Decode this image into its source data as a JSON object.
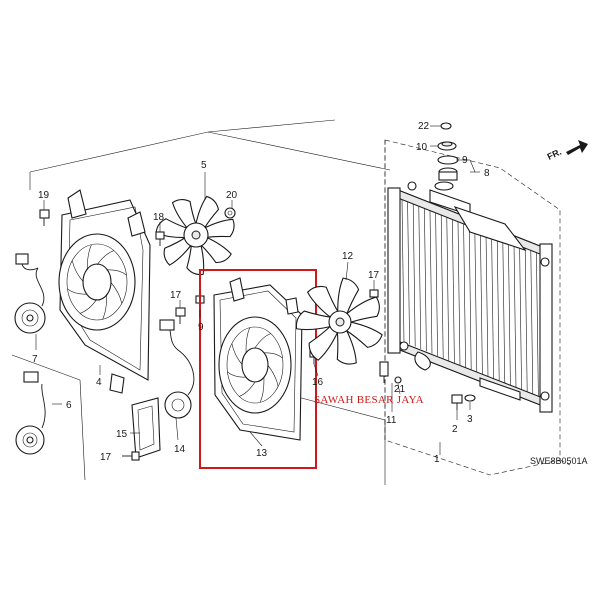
{
  "diagram": {
    "callouts": {
      "c1": "1",
      "c2": "2",
      "c3": "3",
      "c4": "4",
      "c5": "5",
      "c6": "6",
      "c7": "7",
      "c8": "8",
      "c9a": "9",
      "c9b": "9",
      "c10": "10",
      "c11": "11",
      "c12": "12",
      "c13": "13",
      "c14": "14",
      "c15": "15",
      "c16": "16",
      "c17a": "17",
      "c17b": "17",
      "c17c": "17",
      "c18": "18",
      "c19": "19",
      "c20": "20",
      "c21": "21",
      "c22": "22"
    },
    "direction_arrow_label": "FR.",
    "figure_code": "SWE8B0501A",
    "watermark": "SAWAH BESAR JAYA",
    "highlight_color": "#d01818"
  }
}
